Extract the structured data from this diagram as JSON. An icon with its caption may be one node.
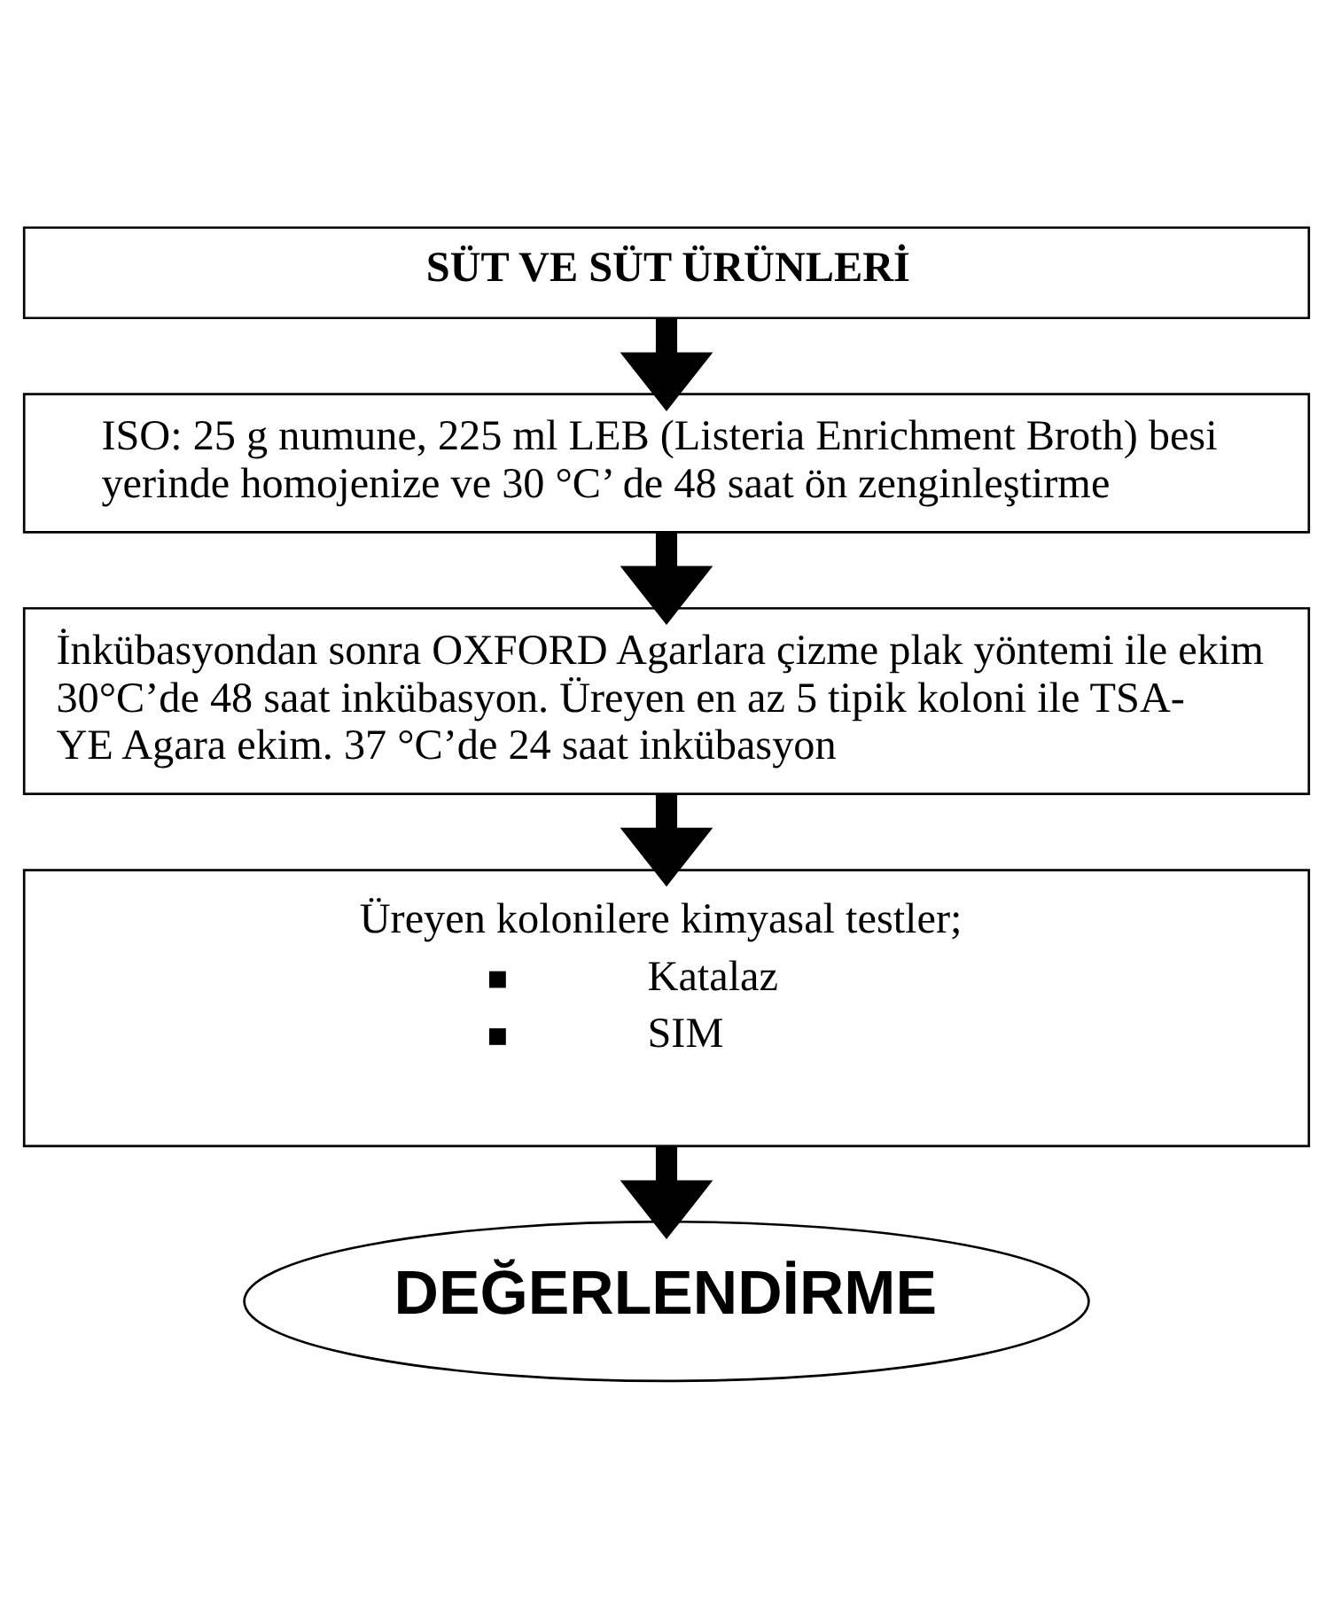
{
  "diagram": {
    "nodes": [
      {
        "text": [
          "SÜT VE SÜT ÜRÜNLERİ"
        ]
      },
      {
        "text": [
          "ISO: 25 g numune, 225 ml LEB (Listeria Enrichment Broth) besi yerinde homojenize ve 30 °C’ de 48 saat ön zenginleştirme"
        ]
      },
      {
        "text": [
          "İnkübasyondan sonra OXFORD Agarlara çizme plak yöntemi ile ekim 30°C’de 48 saat inkübasyon. Üreyen en az 5 tipik koloni ile TSA-YE Agara ekim. 37 °C’de 24 saat inkübasyon"
        ]
      },
      {
        "text": [
          "Üreyen kolonilere kimyasal testler;",
          "Katalaz",
          "SIM"
        ]
      },
      {
        "text": [
          "DEĞERLENDİRME"
        ]
      }
    ],
    "edges": [
      {
        "from": 0,
        "to": 1,
        "arrow": "to"
      },
      {
        "from": 1,
        "to": 2,
        "arrow": "to"
      },
      {
        "from": 2,
        "to": 3,
        "arrow": "to"
      },
      {
        "from": 3,
        "to": 4,
        "arrow": "to"
      }
    ]
  }
}
